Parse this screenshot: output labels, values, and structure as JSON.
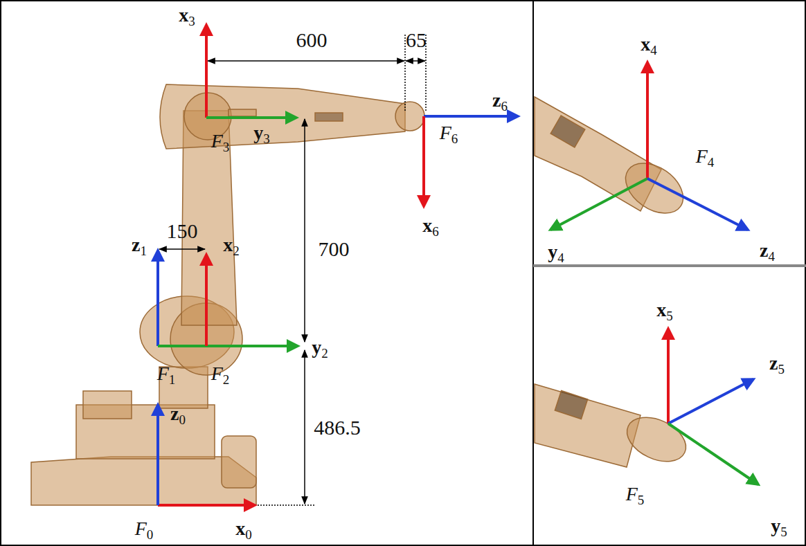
{
  "diagram": {
    "labels": [
      "x3",
      "600",
      "65",
      "F3",
      "y3",
      "z6",
      "F6",
      "x6",
      "z1",
      "150",
      "x2",
      "700",
      "F1",
      "F2",
      "y2",
      "z0",
      "486.5",
      "F0",
      "x0",
      "x4",
      "F4",
      "y4",
      "z4",
      "x5",
      "z5",
      "F5",
      "y5"
    ]
  }
}
